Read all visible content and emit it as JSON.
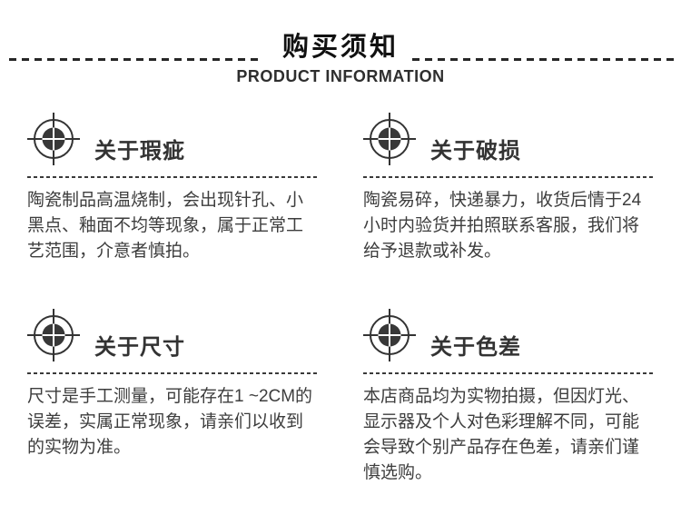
{
  "page": {
    "title": "购买须知",
    "subtitle": "PRODUCT INFORMATION"
  },
  "colors": {
    "heading": "#111111",
    "text": "#3d3d3d",
    "line": "#3a3a3a"
  },
  "icons": {
    "section_icon": "target-crosshair-icon"
  },
  "sections": [
    {
      "title": "关于瑕疵",
      "body": "陶瓷制品高温烧制，会出现针孔、小黑点、釉面不均等现象，属于正常工艺范围，介意者慎拍。"
    },
    {
      "title": "关于破损",
      "body": "陶瓷易碎，快递暴力，收货后情于24小时内验货并拍照联系客服，我们将给予退款或补发。"
    },
    {
      "title": "关于尺寸",
      "body": "尺寸是手工测量，可能存在1 ~2CM的误差，实属正常现象，请亲们以收到的实物为准。"
    },
    {
      "title": "关于色差",
      "body": "本店商品均为实物拍摄，但因灯光、显示器及个人对色彩理解不同，可能会导致个别产品存在色差，请亲们谨慎选购。"
    }
  ]
}
